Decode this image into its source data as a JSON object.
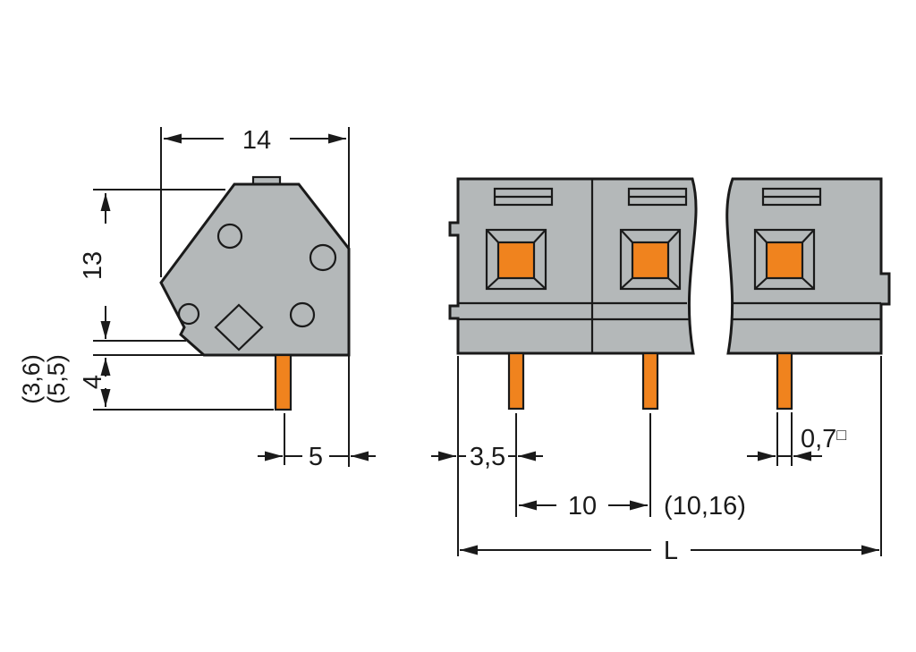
{
  "drawing": {
    "type": "technical-dimension-drawing",
    "component": "pcb-terminal-block",
    "colors": {
      "body": "#b4b8b9",
      "accent": "#f0831e",
      "line": "#1a1a1a",
      "background": "#ffffff"
    },
    "side_view": {
      "width": "14",
      "height": "13",
      "pin_length": "4",
      "pin_length_alt_1": "(3,6)",
      "pin_length_alt_2": "(5,5)",
      "pin_to_edge": "5"
    },
    "front_view": {
      "edge_to_first_pole": "3,5",
      "pole_pitch": "10",
      "pole_pitch_alt": "(10,16)",
      "pin_width": "0,7",
      "pin_width_square": "□",
      "overall_length": "L"
    }
  }
}
